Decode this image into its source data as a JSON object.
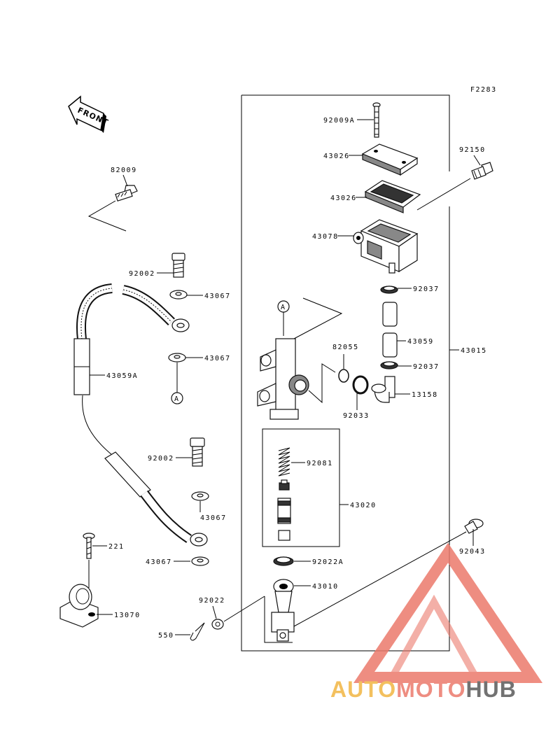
{
  "figure_code": "F2283",
  "front_label": "FRONT",
  "callout_a": "A",
  "parts": {
    "p92009A": "92009A",
    "p43026a": "43026",
    "p43026b": "43026",
    "p92150": "92150",
    "p43078": "43078",
    "p82009": "82009",
    "p92002a": "92002",
    "p43067a": "43067",
    "p92037a": "92037",
    "p43067b": "43067",
    "p43059A": "43059A",
    "p82055": "82055",
    "p43059": "43059",
    "p43015": "43015",
    "p92037b": "92037",
    "p13158": "13158",
    "p92033": "92033",
    "p92002b": "92002",
    "p92081": "92081",
    "p43020": "43020",
    "p43067c": "43067",
    "p221": "221",
    "p92043": "92043",
    "p43067d": "43067",
    "p92022A": "92022A",
    "p43010": "43010",
    "p92022": "92022",
    "p13070": "13070",
    "p550": "550"
  },
  "watermark": {
    "part1": "AUTO",
    "part2": "MOTO",
    "part3": "HUB",
    "color1": "#f2b642",
    "color2": "#ec7a6c",
    "color3": "#5a5a5a"
  }
}
